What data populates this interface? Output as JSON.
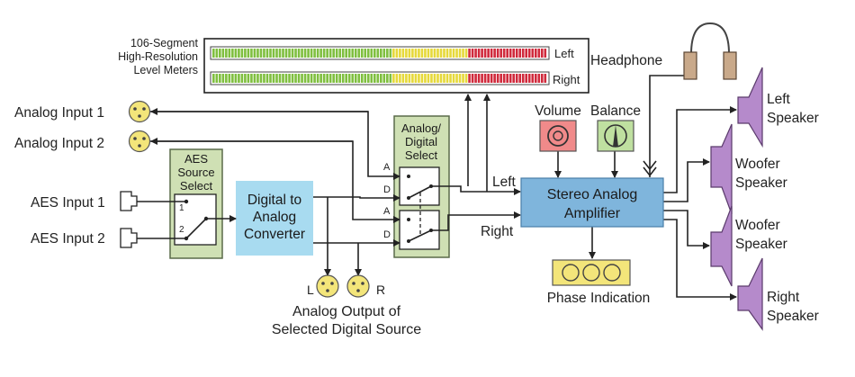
{
  "meters": {
    "title_lines": [
      "106-Segment",
      "High-Resolution",
      "Level Meters"
    ],
    "channels": [
      "Left",
      "Right"
    ],
    "segment_count": 106,
    "colors": {
      "green": "#7fbf3f",
      "yellow": "#e6d93a",
      "red": "#d02a3c"
    }
  },
  "inputs": {
    "analog_1": "Analog Input 1",
    "analog_2": "Analog Input 2",
    "aes_1": "AES Input 1",
    "aes_2": "AES Input 2"
  },
  "aes_select": {
    "title_lines": [
      "AES",
      "Source",
      "Select"
    ],
    "pos1": "1",
    "pos2": "2"
  },
  "dac": {
    "title_lines": [
      "Digital to",
      "Analog",
      "Converter"
    ]
  },
  "ad_select": {
    "title_lines": [
      "Analog/",
      "Digital",
      "Select"
    ],
    "a": "A",
    "d": "D"
  },
  "outputs": {
    "left_letter": "L",
    "right_letter": "R",
    "caption_lines": [
      "Analog Output of",
      "Selected Digital Source"
    ]
  },
  "amp": {
    "title_lines": [
      "Stereo Analog",
      "Amplifier"
    ],
    "left_label": "Left",
    "right_label": "Right"
  },
  "controls": {
    "volume": "Volume",
    "balance": "Balance"
  },
  "headphone": "Headphone",
  "phase": "Phase Indication",
  "speakers": {
    "left": [
      "Left",
      "Speaker"
    ],
    "woofer1": [
      "Woofer",
      "Speaker"
    ],
    "woofer2": [
      "Woofer",
      "Speaker"
    ],
    "right": [
      "Right",
      "Speaker"
    ]
  },
  "palette": {
    "module_fill": "#cfe0b4",
    "module_stroke": "#5a6b4a",
    "dac_fill": "#a8dbf0",
    "amp_fill": "#7fb5dc",
    "xlr": "#f3e57a",
    "speaker": "#b58acb",
    "volume": "#f08a8a",
    "balance": "#bfe0a0"
  }
}
